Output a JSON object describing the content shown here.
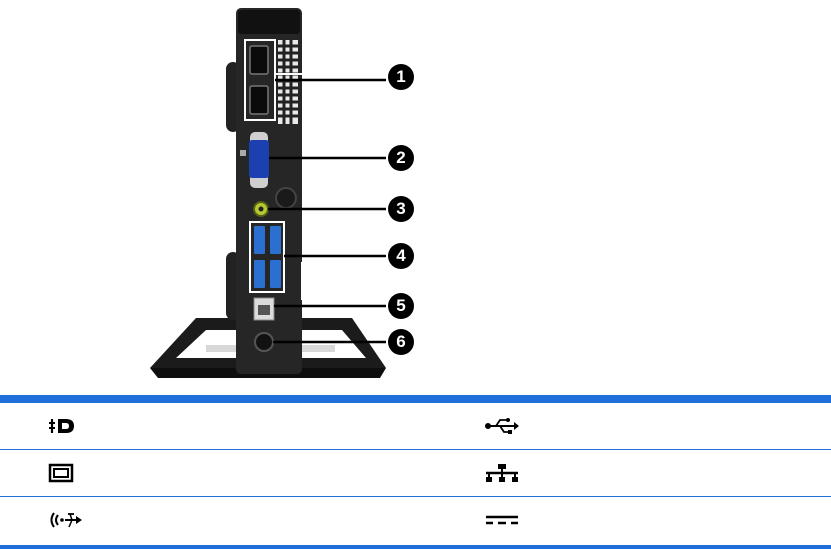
{
  "figure": {
    "callouts": [
      "1",
      "2",
      "3",
      "4",
      "5",
      "6"
    ]
  },
  "legend": {
    "rows": [
      {
        "left_icon": "displayport-icon",
        "right_icon": "usb-icon"
      },
      {
        "left_icon": "vga-monitor-icon",
        "right_icon": "network-rj45-icon"
      },
      {
        "left_icon": "audio-headset-icon",
        "right_icon": "dc-power-icon"
      }
    ]
  }
}
